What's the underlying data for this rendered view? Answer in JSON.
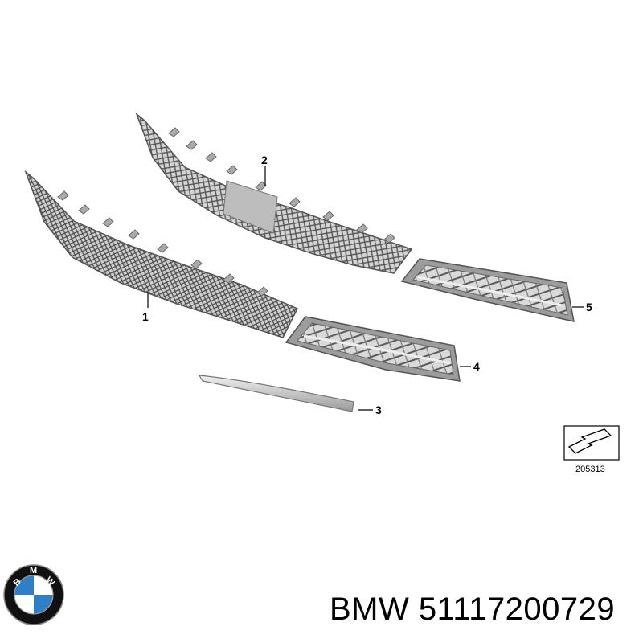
{
  "callouts": [
    "1",
    "2",
    "3",
    "4",
    "5"
  ],
  "diagram_ref": "205313",
  "caption": {
    "brand": "BMW",
    "part_number": "51117200729"
  },
  "logo": {
    "letters": [
      "B",
      "M",
      "W"
    ],
    "colors": {
      "ring": "#111111",
      "blue": "#2f7fc8",
      "white": "#ffffff"
    }
  },
  "colors": {
    "part_fill": "#c8c8c8",
    "part_dark": "#6e6e6e",
    "mesh": "#5a5a5a",
    "line": "#000000"
  }
}
